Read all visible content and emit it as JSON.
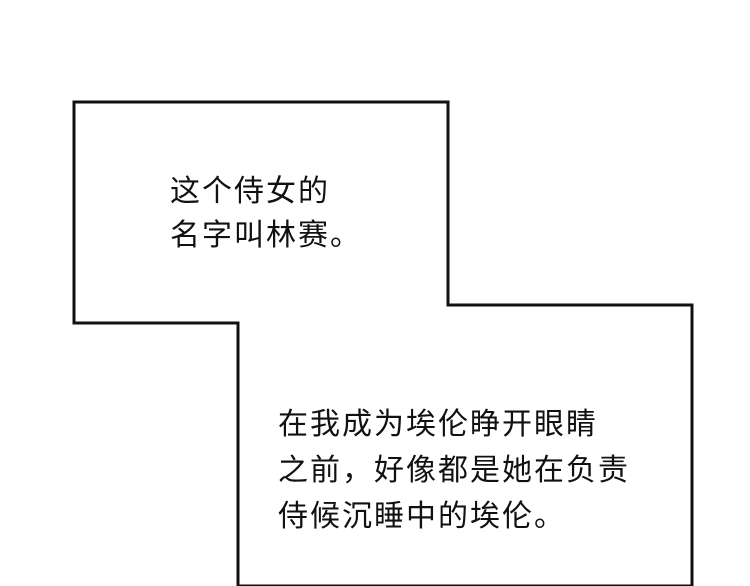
{
  "captions": {
    "first": {
      "line1": "这个侍女的",
      "line2": "名字叫林赛。"
    },
    "second": {
      "line1": "在我成为埃伦睁开眼睛",
      "line2": "之前，好像都是她在负责",
      "line3": "侍候沉睡中的埃伦。"
    }
  }
}
